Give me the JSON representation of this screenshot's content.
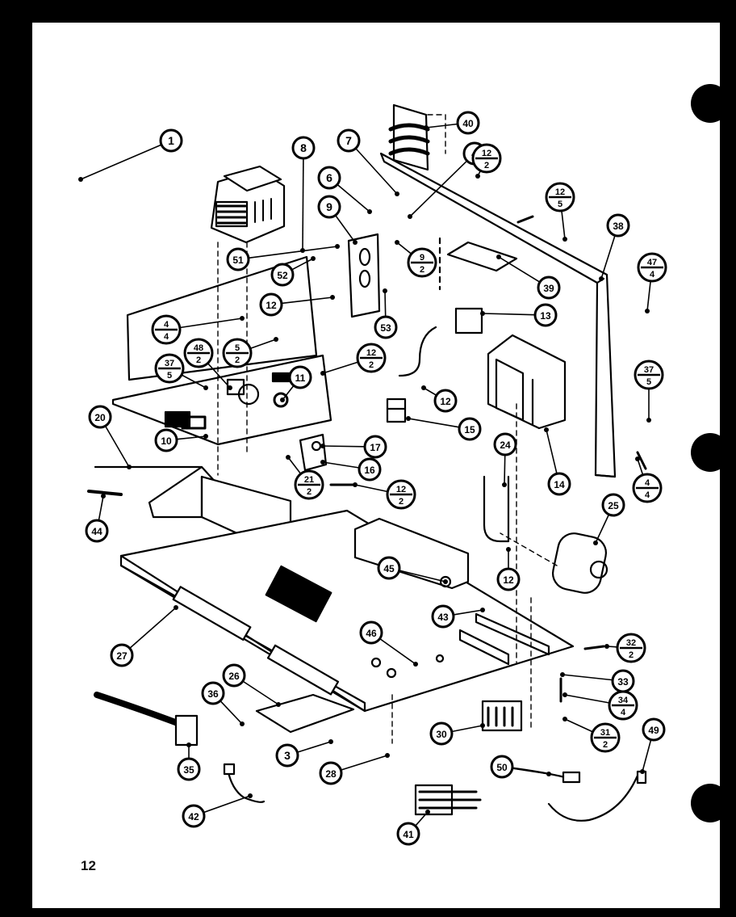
{
  "page_number": "12",
  "callouts": [
    {
      "id": "c1",
      "label": "1"
    },
    {
      "id": "c8",
      "label": "8"
    },
    {
      "id": "c7",
      "label": "7"
    },
    {
      "id": "c40",
      "label": "40"
    },
    {
      "id": "c6",
      "label": "6"
    },
    {
      "id": "c9",
      "label": "9"
    },
    {
      "id": "c4a",
      "label": "4"
    },
    {
      "id": "c12_2a",
      "top": "12",
      "bottom": "2"
    },
    {
      "id": "c12_5",
      "top": "12",
      "bottom": "5"
    },
    {
      "id": "c38",
      "label": "38"
    },
    {
      "id": "c47_4",
      "top": "47",
      "bottom": "4"
    },
    {
      "id": "c51",
      "label": "51"
    },
    {
      "id": "c52",
      "label": "52"
    },
    {
      "id": "c9_2",
      "top": "9",
      "bottom": "2"
    },
    {
      "id": "c39",
      "label": "39"
    },
    {
      "id": "c12a",
      "label": "12"
    },
    {
      "id": "c13",
      "label": "13"
    },
    {
      "id": "c4_4a",
      "top": "4",
      "bottom": "4"
    },
    {
      "id": "c53",
      "label": "53"
    },
    {
      "id": "c48_2",
      "top": "48",
      "bottom": "2"
    },
    {
      "id": "c5_2",
      "top": "5",
      "bottom": "2"
    },
    {
      "id": "c12_2b",
      "top": "12",
      "bottom": "2"
    },
    {
      "id": "c37_5a",
      "top": "37",
      "bottom": "5"
    },
    {
      "id": "c11",
      "label": "11"
    },
    {
      "id": "c37_5b",
      "top": "37",
      "bottom": "5"
    },
    {
      "id": "c12b",
      "label": "12"
    },
    {
      "id": "c15",
      "label": "15"
    },
    {
      "id": "c20",
      "label": "20"
    },
    {
      "id": "c10",
      "label": "10"
    },
    {
      "id": "c17",
      "label": "17"
    },
    {
      "id": "c16",
      "label": "16"
    },
    {
      "id": "c14",
      "label": "14"
    },
    {
      "id": "c4_4b",
      "top": "4",
      "bottom": "4"
    },
    {
      "id": "c24",
      "label": "24"
    },
    {
      "id": "c21_2",
      "top": "21",
      "bottom": "2"
    },
    {
      "id": "c12_2c",
      "top": "12",
      "bottom": "2"
    },
    {
      "id": "c44",
      "label": "44"
    },
    {
      "id": "c25",
      "label": "25"
    },
    {
      "id": "c45",
      "label": "45"
    },
    {
      "id": "c12c",
      "label": "12"
    },
    {
      "id": "c43",
      "label": "43"
    },
    {
      "id": "c27",
      "label": "27"
    },
    {
      "id": "c46",
      "label": "46"
    },
    {
      "id": "c32_2",
      "top": "32",
      "bottom": "2"
    },
    {
      "id": "c33",
      "label": "33"
    },
    {
      "id": "c26",
      "label": "26"
    },
    {
      "id": "c34_4",
      "top": "34",
      "bottom": "4"
    },
    {
      "id": "c36",
      "label": "36"
    },
    {
      "id": "c30",
      "label": "30"
    },
    {
      "id": "c31_2",
      "top": "31",
      "bottom": "2"
    },
    {
      "id": "c49",
      "label": "49"
    },
    {
      "id": "c3",
      "label": "3"
    },
    {
      "id": "c28",
      "label": "28"
    },
    {
      "id": "c35",
      "label": "35"
    },
    {
      "id": "c50",
      "label": "50"
    },
    {
      "id": "c42",
      "label": "42"
    },
    {
      "id": "c41",
      "label": "41"
    }
  ]
}
